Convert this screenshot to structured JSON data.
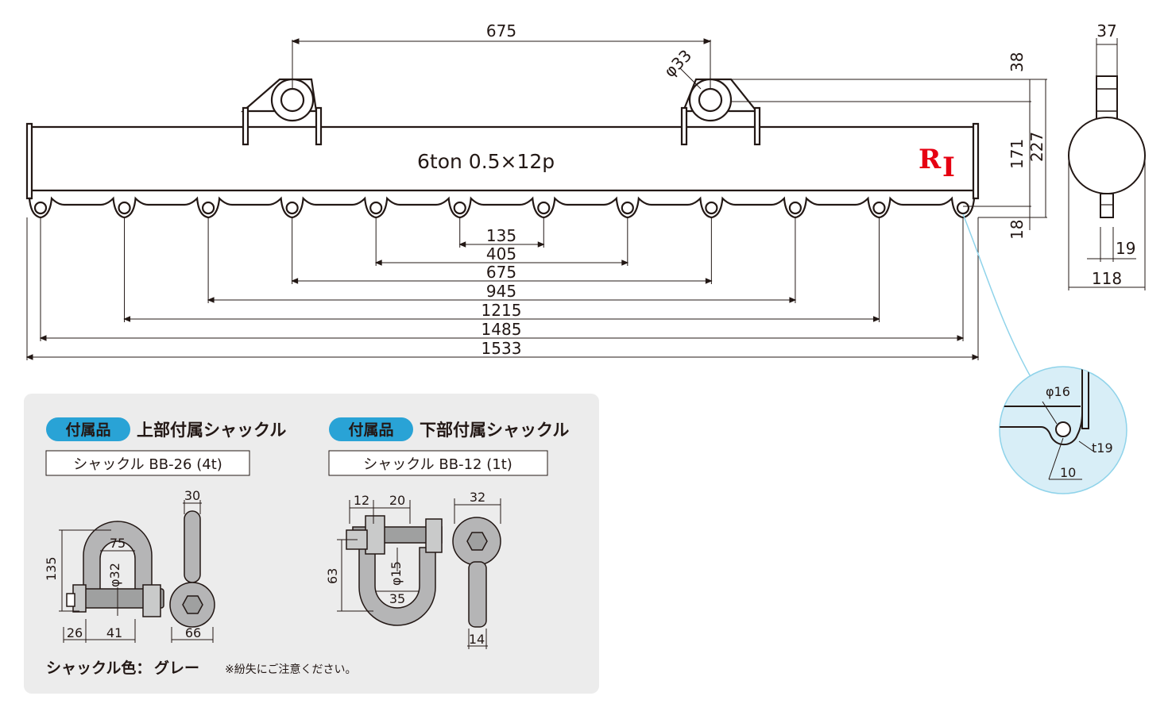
{
  "beam": {
    "label": "6ton 0.5×12p",
    "logo_r": "R",
    "logo_i": "I",
    "logo_color": "#e60012",
    "holes": 12
  },
  "dims": {
    "top_span": "675",
    "eye_dia": "φ33",
    "d38": "38",
    "d171": "171",
    "d227": "227",
    "d18": "18",
    "side_width": "37",
    "side_pin": "19",
    "side_total": "118",
    "spans": [
      "135",
      "405",
      "675",
      "945",
      "1215",
      "1485",
      "1533"
    ]
  },
  "detail": {
    "hole_dia": "φ16",
    "thickness": "t19",
    "radius": "10",
    "bg_color": "#d8eef7",
    "line_color": "#8fd3ea"
  },
  "panel": {
    "bg_color": "#ececec",
    "badge_color": "#29a3d6",
    "left": {
      "badge": "付属品",
      "title": "上部付属シャックル",
      "model": "シャックル BB-26 (4t)",
      "dims": {
        "d30": "30",
        "d75": "75",
        "d135": "135",
        "d32": "φ32",
        "d26": "26",
        "d41": "41",
        "d66": "66"
      }
    },
    "right": {
      "badge": "付属品",
      "title": "下部付属シャックル",
      "model": "シャックル BB-12 (1t)",
      "dims": {
        "d12": "12",
        "d20": "20",
        "d32": "32",
        "d63": "63",
        "d15": "φ15",
        "d35": "35",
        "d14": "14"
      }
    },
    "color_label": "シャックル色：",
    "color_value": "グレー",
    "note": "※紛失にご注意ください。"
  }
}
